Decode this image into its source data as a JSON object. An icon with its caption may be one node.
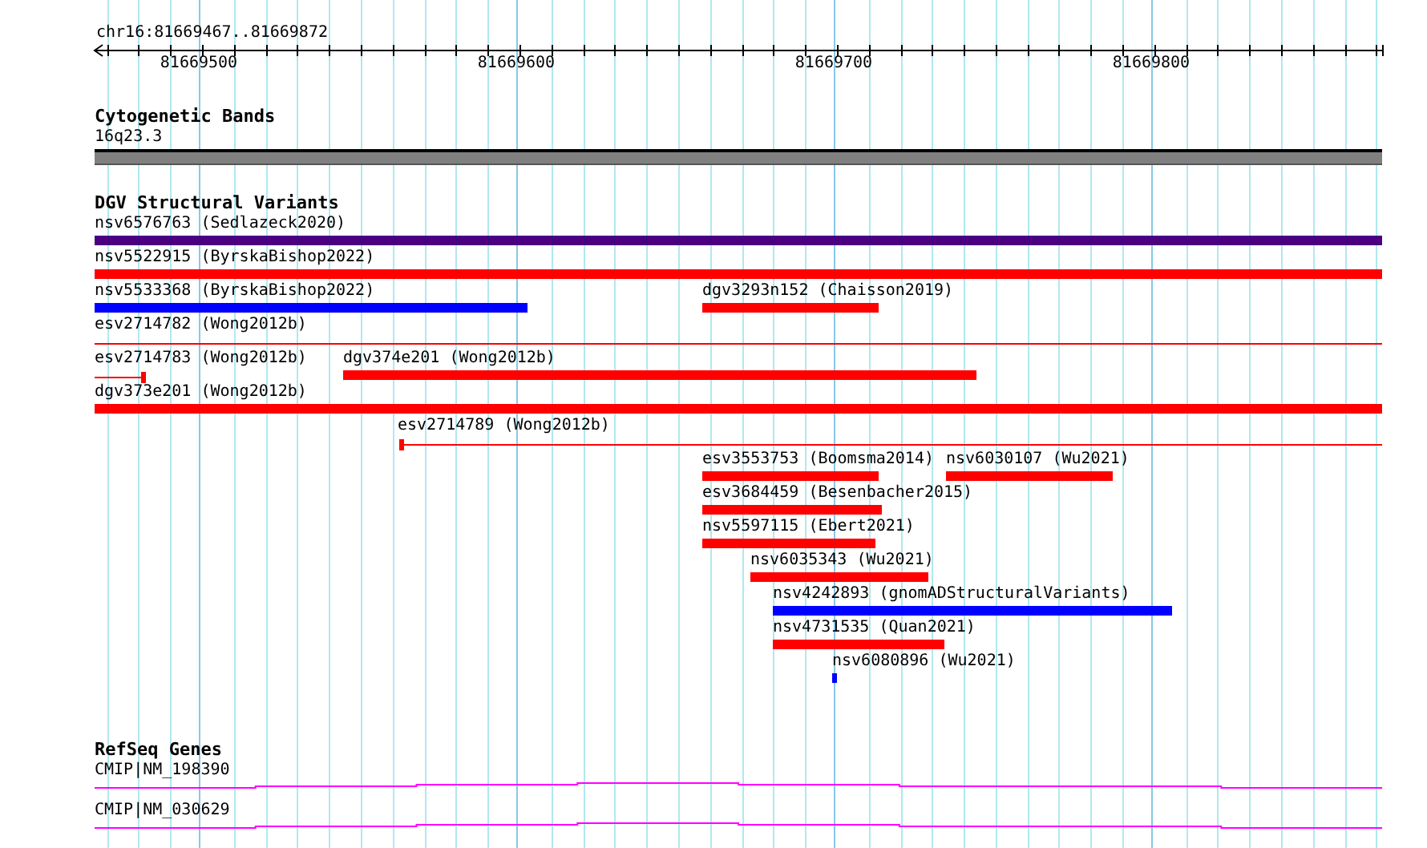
{
  "diagram": {
    "nodes": [
      {
        "text": [
          "16q23.3"
        ]
      },
      {
        "text": [
          "nsv6576763 (Sedlazeck2020)"
        ]
      },
      {
        "text": [
          "nsv5522915 (ByrskaBishop2022)"
        ]
      },
      {
        "text": [
          "nsv5533368 (ByrskaBishop2022)"
        ]
      },
      {
        "text": [
          "dgv3293n152 (Chaisson2019)"
        ]
      },
      {
        "text": [
          "esv2714782 (Wong2012b)"
        ]
      },
      {
        "text": [
          "esv2714783 (Wong2012b)"
        ]
      },
      {
        "text": [
          "dgv374e201 (Wong2012b)"
        ]
      },
      {
        "text": [
          "dgv373e201 (Wong2012b)"
        ]
      },
      {
        "text": [
          "esv2714789 (Wong2012b)"
        ]
      },
      {
        "text": [
          "esv3553753 (Boomsma2014)"
        ]
      },
      {
        "text": [
          "nsv6030107 (Wu2021)"
        ]
      },
      {
        "text": [
          "esv3684459 (Besenbacher2015)"
        ]
      },
      {
        "text": [
          "nsv5597115 (Ebert2021)"
        ]
      },
      {
        "text": [
          "nsv6035343 (Wu2021)"
        ]
      },
      {
        "text": [
          "nsv4242893 (gnomADStructuralVariants)"
        ]
      },
      {
        "text": [
          "nsv4731535 (Quan2021)"
        ]
      },
      {
        "text": [
          "nsv6080896 (Wu2021)"
        ]
      },
      {
        "text": [
          "CMIP|NM_198390"
        ]
      },
      {
        "text": [
          "CMIP|NM_030629"
        ]
      }
    ],
    "labels": [
      "chr16:81669467..81669872",
      "81669500",
      "81669600",
      "81669700",
      "81669800",
      "Cytogenetic Bands",
      "DGV Structural Variants",
      "RefSeq Genes"
    ]
  }
}
